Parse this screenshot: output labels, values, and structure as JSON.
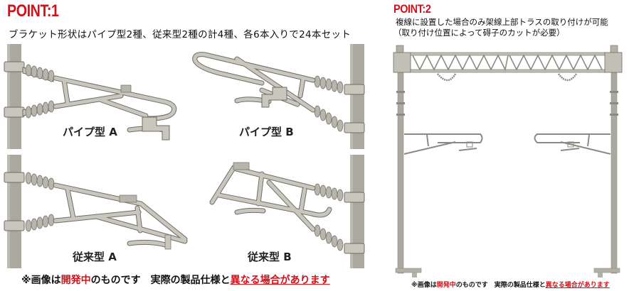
{
  "point1": {
    "title": "POINT:1",
    "description": "ブラケット形状はパイプ型2種、従来型2種の計4種、各6本入りで24本セット",
    "products": [
      {
        "label": "パイプ型 A"
      },
      {
        "label": "パイプ型 B"
      },
      {
        "label": "従来型 A"
      },
      {
        "label": "従来型 B"
      }
    ],
    "note": {
      "prefix": "※画像は",
      "red": "開発中",
      "middle": "のものです　実際の製品仕様と",
      "underlined": "異なる場合があります"
    }
  },
  "point2": {
    "title": "POINT:2",
    "description_line1": "複線に設置した場合のみ架線上部トラスの取り付けが可能",
    "description_line2": "（取り付け位置によって碍子のカットが必要）",
    "note": {
      "prefix": "※画像は",
      "red": "開発中",
      "middle": "のものです　実際の製品仕様と",
      "underlined": "異なる場合があります"
    }
  },
  "colors": {
    "accent_red": "#d0121b",
    "pole_gray": "#a8a69c",
    "part_gray": "#c9c7bd",
    "outline": "#6e6c64"
  }
}
